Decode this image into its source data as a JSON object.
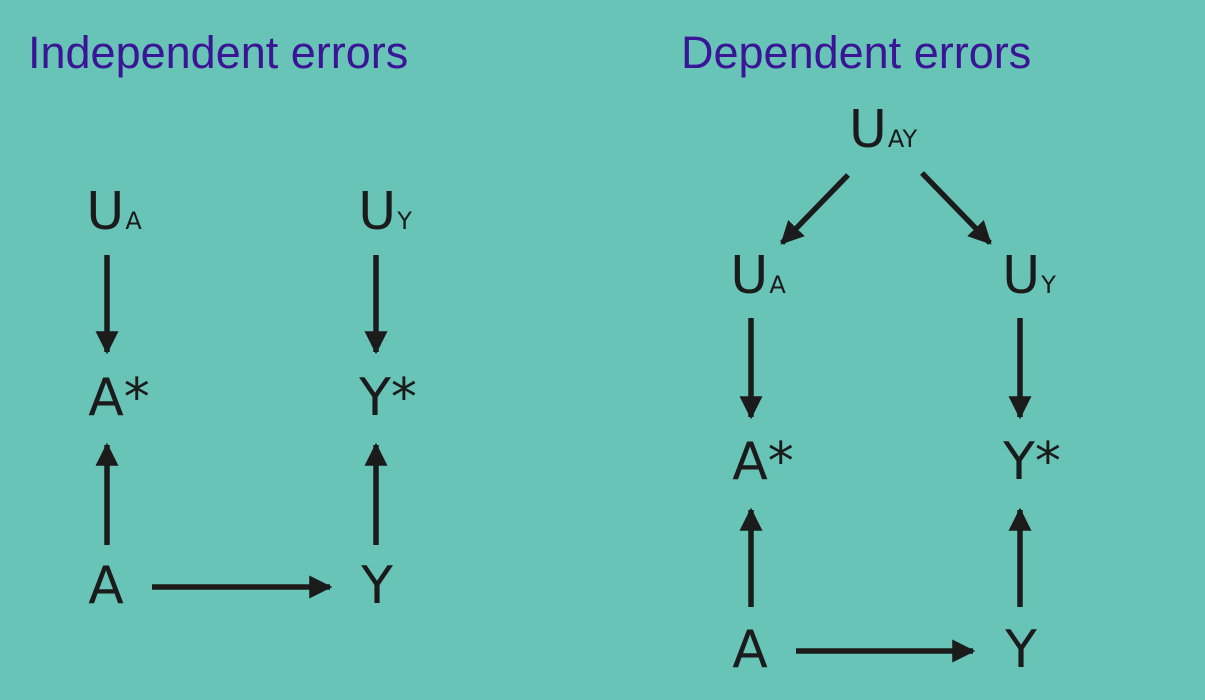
{
  "left": {
    "title": "Independent errors",
    "nodes": {
      "UA": {
        "main": "U",
        "sub": "A"
      },
      "UY": {
        "main": "U",
        "sub": "Y"
      },
      "Astar": {
        "main": "A*"
      },
      "Ystar": {
        "main": "Y*"
      },
      "A": {
        "main": "A"
      },
      "Y": {
        "main": "Y"
      }
    }
  },
  "right": {
    "title": "Dependent errors",
    "nodes": {
      "UAY": {
        "main": "U",
        "sub": "AY"
      },
      "UA": {
        "main": "U",
        "sub": "A"
      },
      "UY": {
        "main": "U",
        "sub": "Y"
      },
      "Astar": {
        "main": "A*"
      },
      "Ystar": {
        "main": "Y*"
      },
      "A": {
        "main": "A"
      },
      "Y": {
        "main": "Y"
      }
    }
  },
  "colors": {
    "background": "#68c4b6",
    "title": "#3a1596",
    "nodes": "#1b1b1b"
  }
}
